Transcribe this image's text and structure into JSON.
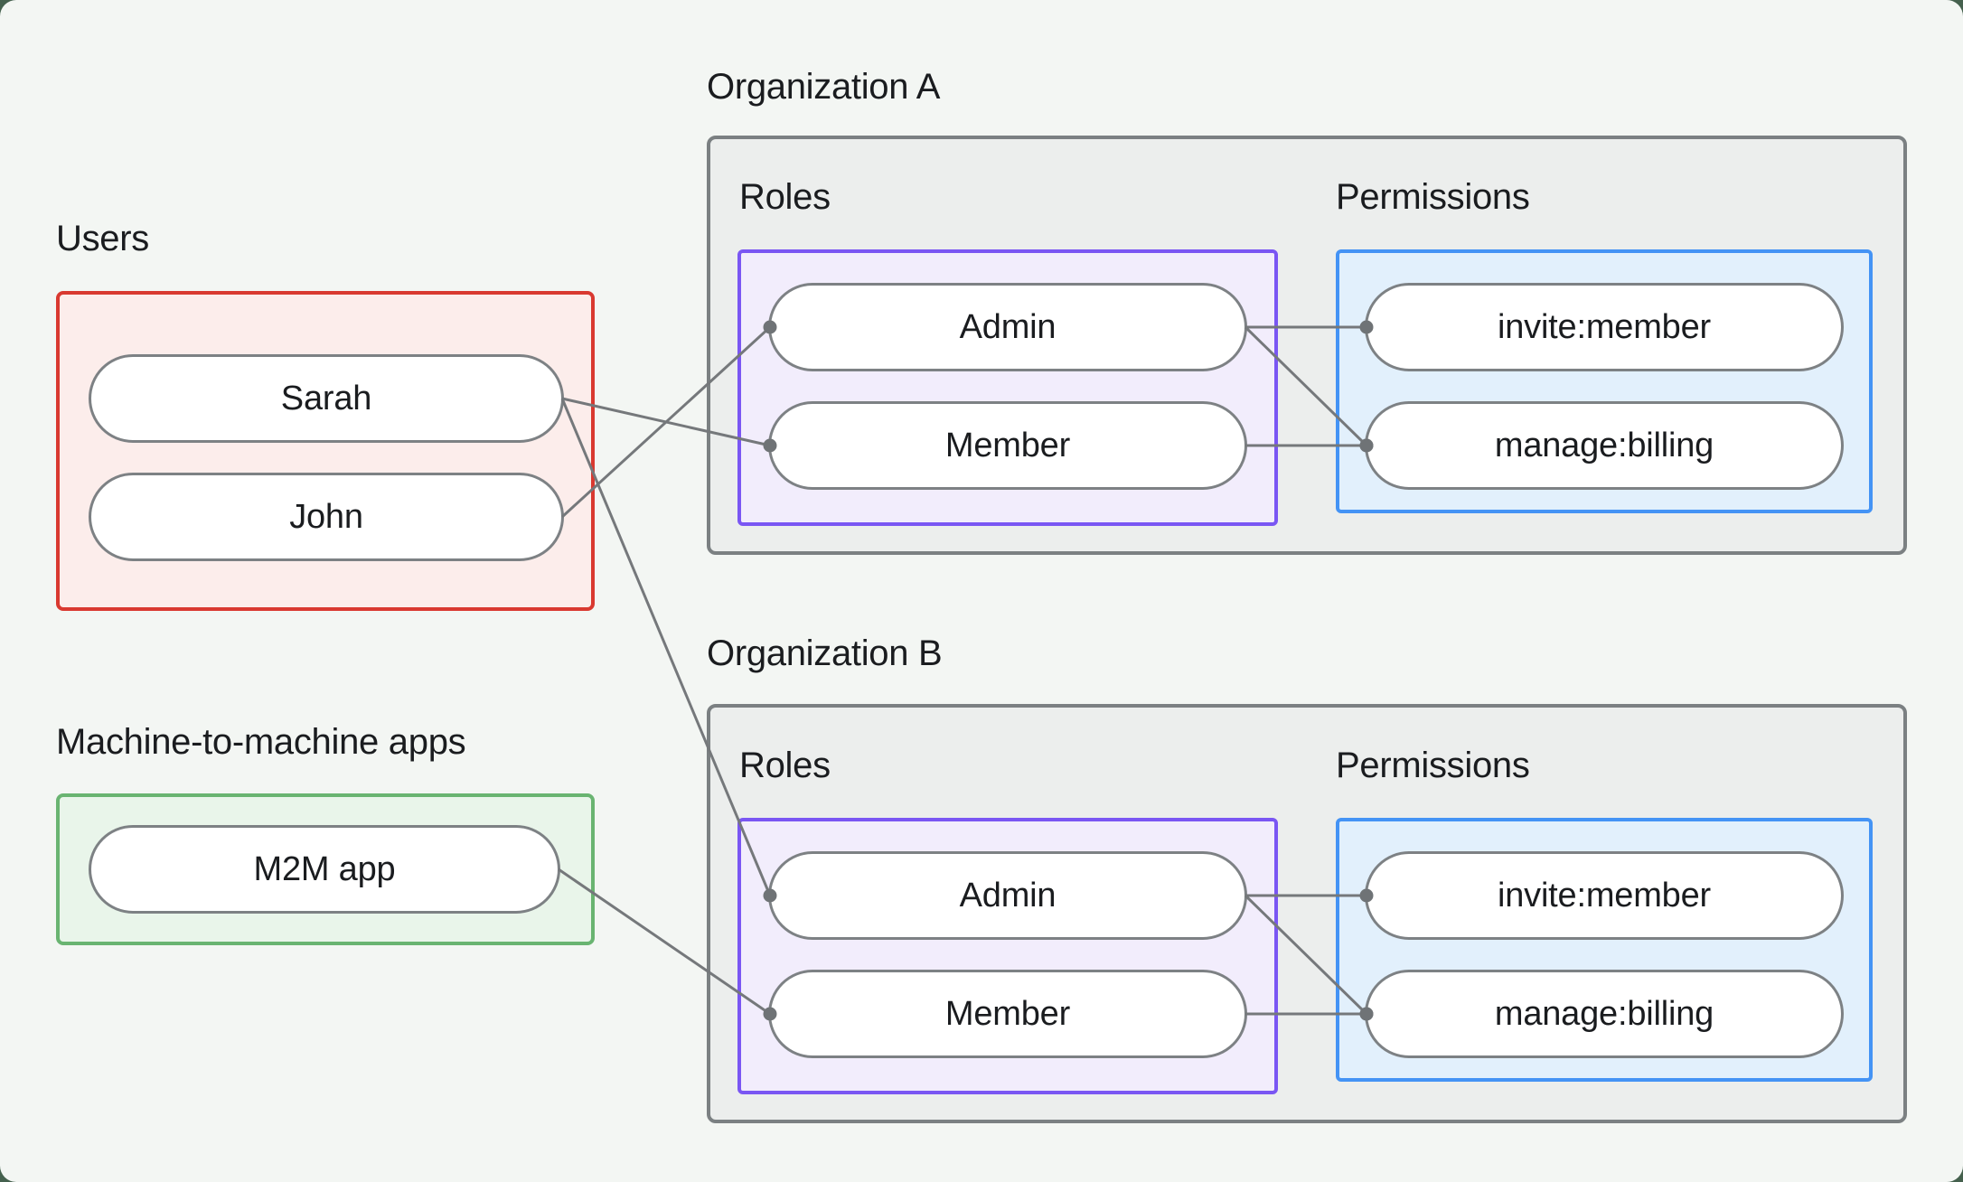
{
  "colors": {
    "page_bg": "#45614e",
    "card_bg": "#f3f6f3",
    "text": "#1a1c1f",
    "org_fill": "#eceeed",
    "org_border": "#7b8082",
    "red_border": "#d93930",
    "red_fill": "#fcedeb",
    "green_border": "#69b471",
    "green_fill": "#e9f5ea",
    "purple_border": "#7a56f3",
    "purple_fill": "#f2edfc",
    "blue_border": "#4493f5",
    "blue_fill": "#e2f0fc",
    "pill_border": "#7d8184",
    "line": "#75787b",
    "dot": "#6f7376"
  },
  "users_section": {
    "title": "Users",
    "items": [
      {
        "id": "user-sarah",
        "label": "Sarah"
      },
      {
        "id": "user-john",
        "label": "John"
      }
    ]
  },
  "m2m_section": {
    "title": "Machine-to-machine apps",
    "items": [
      {
        "id": "m2m-app",
        "label": "M2M app"
      }
    ]
  },
  "organizations": [
    {
      "title": "Organization A",
      "roles_label": "Roles",
      "permissions_label": "Permissions",
      "roles": [
        {
          "id": "orgA-role-admin",
          "label": "Admin"
        },
        {
          "id": "orgA-role-member",
          "label": "Member"
        }
      ],
      "permissions": [
        {
          "id": "orgA-perm-invite",
          "label": "invite:member"
        },
        {
          "id": "orgA-perm-billing",
          "label": "manage:billing"
        }
      ]
    },
    {
      "title": "Organization B",
      "roles_label": "Roles",
      "permissions_label": "Permissions",
      "roles": [
        {
          "id": "orgB-role-admin",
          "label": "Admin"
        },
        {
          "id": "orgB-role-member",
          "label": "Member"
        }
      ],
      "permissions": [
        {
          "id": "orgB-perm-invite",
          "label": "invite:member"
        },
        {
          "id": "orgB-perm-billing",
          "label": "manage:billing"
        }
      ]
    }
  ],
  "connections": [
    {
      "from": "user-sarah",
      "to": "orgA-role-member"
    },
    {
      "from": "user-john",
      "to": "orgA-role-admin"
    },
    {
      "from": "user-sarah",
      "to": "orgB-role-admin"
    },
    {
      "from": "m2m-app",
      "to": "orgB-role-member"
    },
    {
      "from": "orgA-role-admin",
      "to": "orgA-perm-invite"
    },
    {
      "from": "orgA-role-admin",
      "to": "orgA-perm-billing"
    },
    {
      "from": "orgA-role-member",
      "to": "orgA-perm-billing"
    },
    {
      "from": "orgB-role-admin",
      "to": "orgB-perm-invite"
    },
    {
      "from": "orgB-role-admin",
      "to": "orgB-perm-billing"
    },
    {
      "from": "orgB-role-member",
      "to": "orgB-perm-billing"
    }
  ]
}
